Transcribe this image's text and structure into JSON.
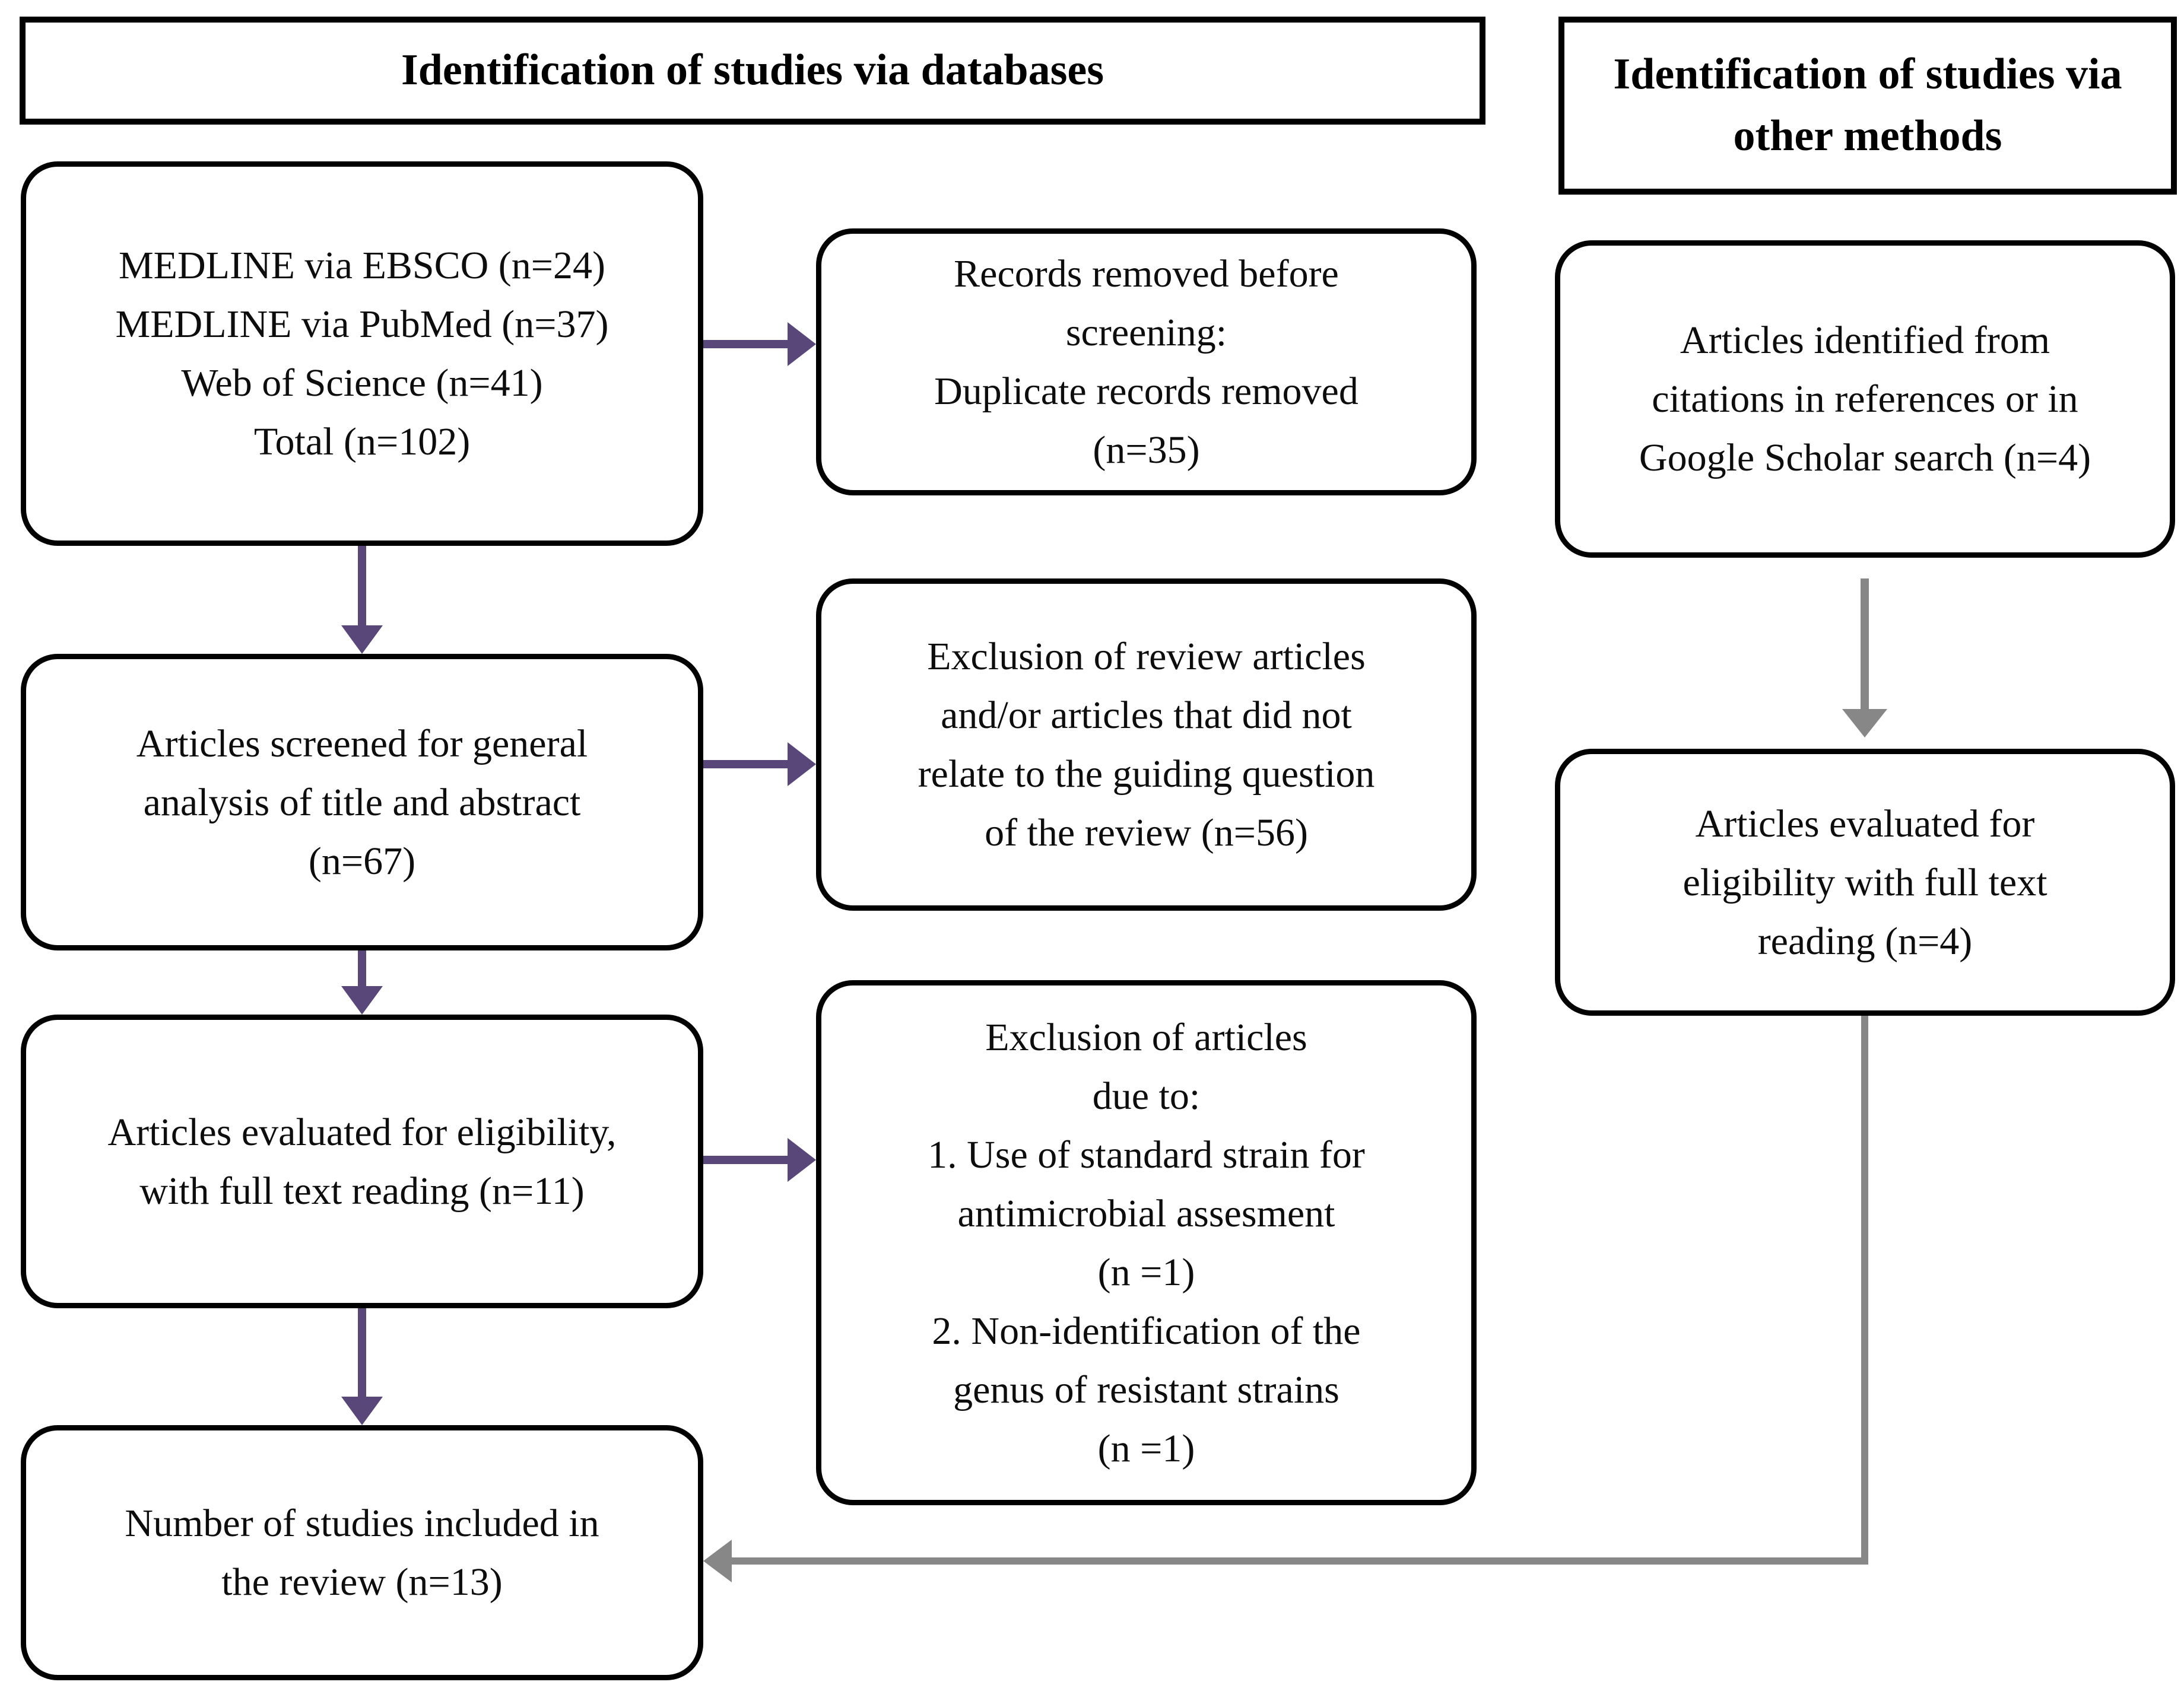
{
  "colors": {
    "arrow_purple": "#59477a",
    "arrow_gray": "#878787",
    "box_border": "#000000"
  },
  "headers": {
    "databases": "Identification of studies via databases",
    "other_methods": "Identification of studies via\nother methods"
  },
  "boxes": {
    "sources": "MEDLINE via EBSCO (n=24)\nMEDLINE via PubMed (n=37)\nWeb of Science (n=41)\nTotal (n=102)",
    "records_removed": "Records removed before\nscreening:\nDuplicate records removed\n(n=35)",
    "citations": "Articles identified from\ncitations in references or in\nGoogle Scholar search (n=4)",
    "screened": "Articles screened for general\nanalysis of title and abstract\n(n=67)",
    "exclusion_review": "Exclusion of review articles\nand/or articles that did not\nrelate to the guiding question\nof the review (n=56)",
    "eval_full_text": "Articles evaluated for eligibility,\nwith full text reading (n=11)",
    "exclusion_articles": "Exclusion of articles\ndue to:\n1. Use of standard strain for\nantimicrobial assesment\n(n =1)\n2. Non-identification of the\ngenus of resistant strains\n(n =1)",
    "eval_other": "Articles evaluated for\neligibility with full text\nreading (n=4)",
    "included": "Number of studies included in\nthe review (n=13)"
  }
}
